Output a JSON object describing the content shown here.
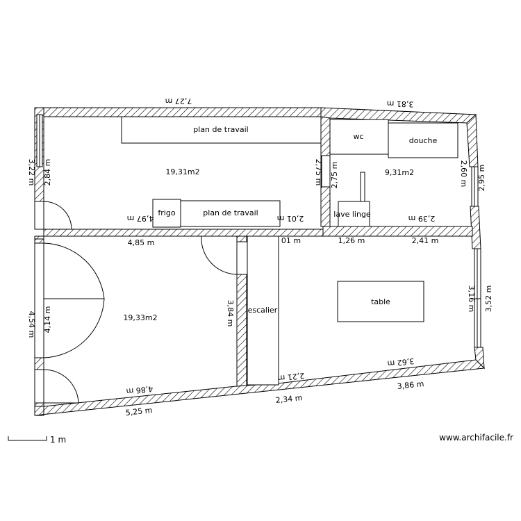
{
  "rooms": [
    {
      "area": "19,31m2"
    },
    {
      "area": "9,31m2"
    },
    {
      "area": "19,33m2"
    }
  ],
  "furniture": {
    "plan_de_travail_top": "plan de travail",
    "plan_de_travail_bottom": "plan de travail",
    "frigo": "frigo",
    "wc": "wc",
    "douche": "douche",
    "lave_linge": "lave linge",
    "escalier": "escalier",
    "table": "table"
  },
  "dimensions": {
    "top_outer": "7,27 m",
    "top_right_outer": "3,81 m",
    "left_top_outer": "3,22 m",
    "left_top_inner": "2,84 m",
    "kitchen_right": "2,75 m",
    "bath_left": "2,75 m",
    "bath_right_inner": "2,60 m",
    "bath_right_outer": "2,95 m",
    "kitchen_bottom_a": "4,97 m",
    "kitchen_bottom_b": "2,01 m",
    "bath_bottom": "2,39 m",
    "hall_top": "4,85 m",
    "mid_a": "01 m",
    "mid_b": "1,26 m",
    "mid_c": "2,41 m",
    "left_bottom_outer": "4,54 m",
    "left_bottom_inner": "4,14 m",
    "stair_left": "3,84 m",
    "right_bottom_inner": "3,16 m",
    "right_bottom_outer": "3,52 m",
    "bottom_left_inner": "4,86 m",
    "bottom_left_outer": "5,25 m",
    "bottom_mid_inner": "2,21 m",
    "bottom_mid_outer": "2,34 m",
    "bottom_right_inner": "3,62 m",
    "bottom_right_outer": "3,86 m"
  },
  "scale": {
    "label": "1 m"
  },
  "site": {
    "label": "www.archifacile.fr"
  }
}
